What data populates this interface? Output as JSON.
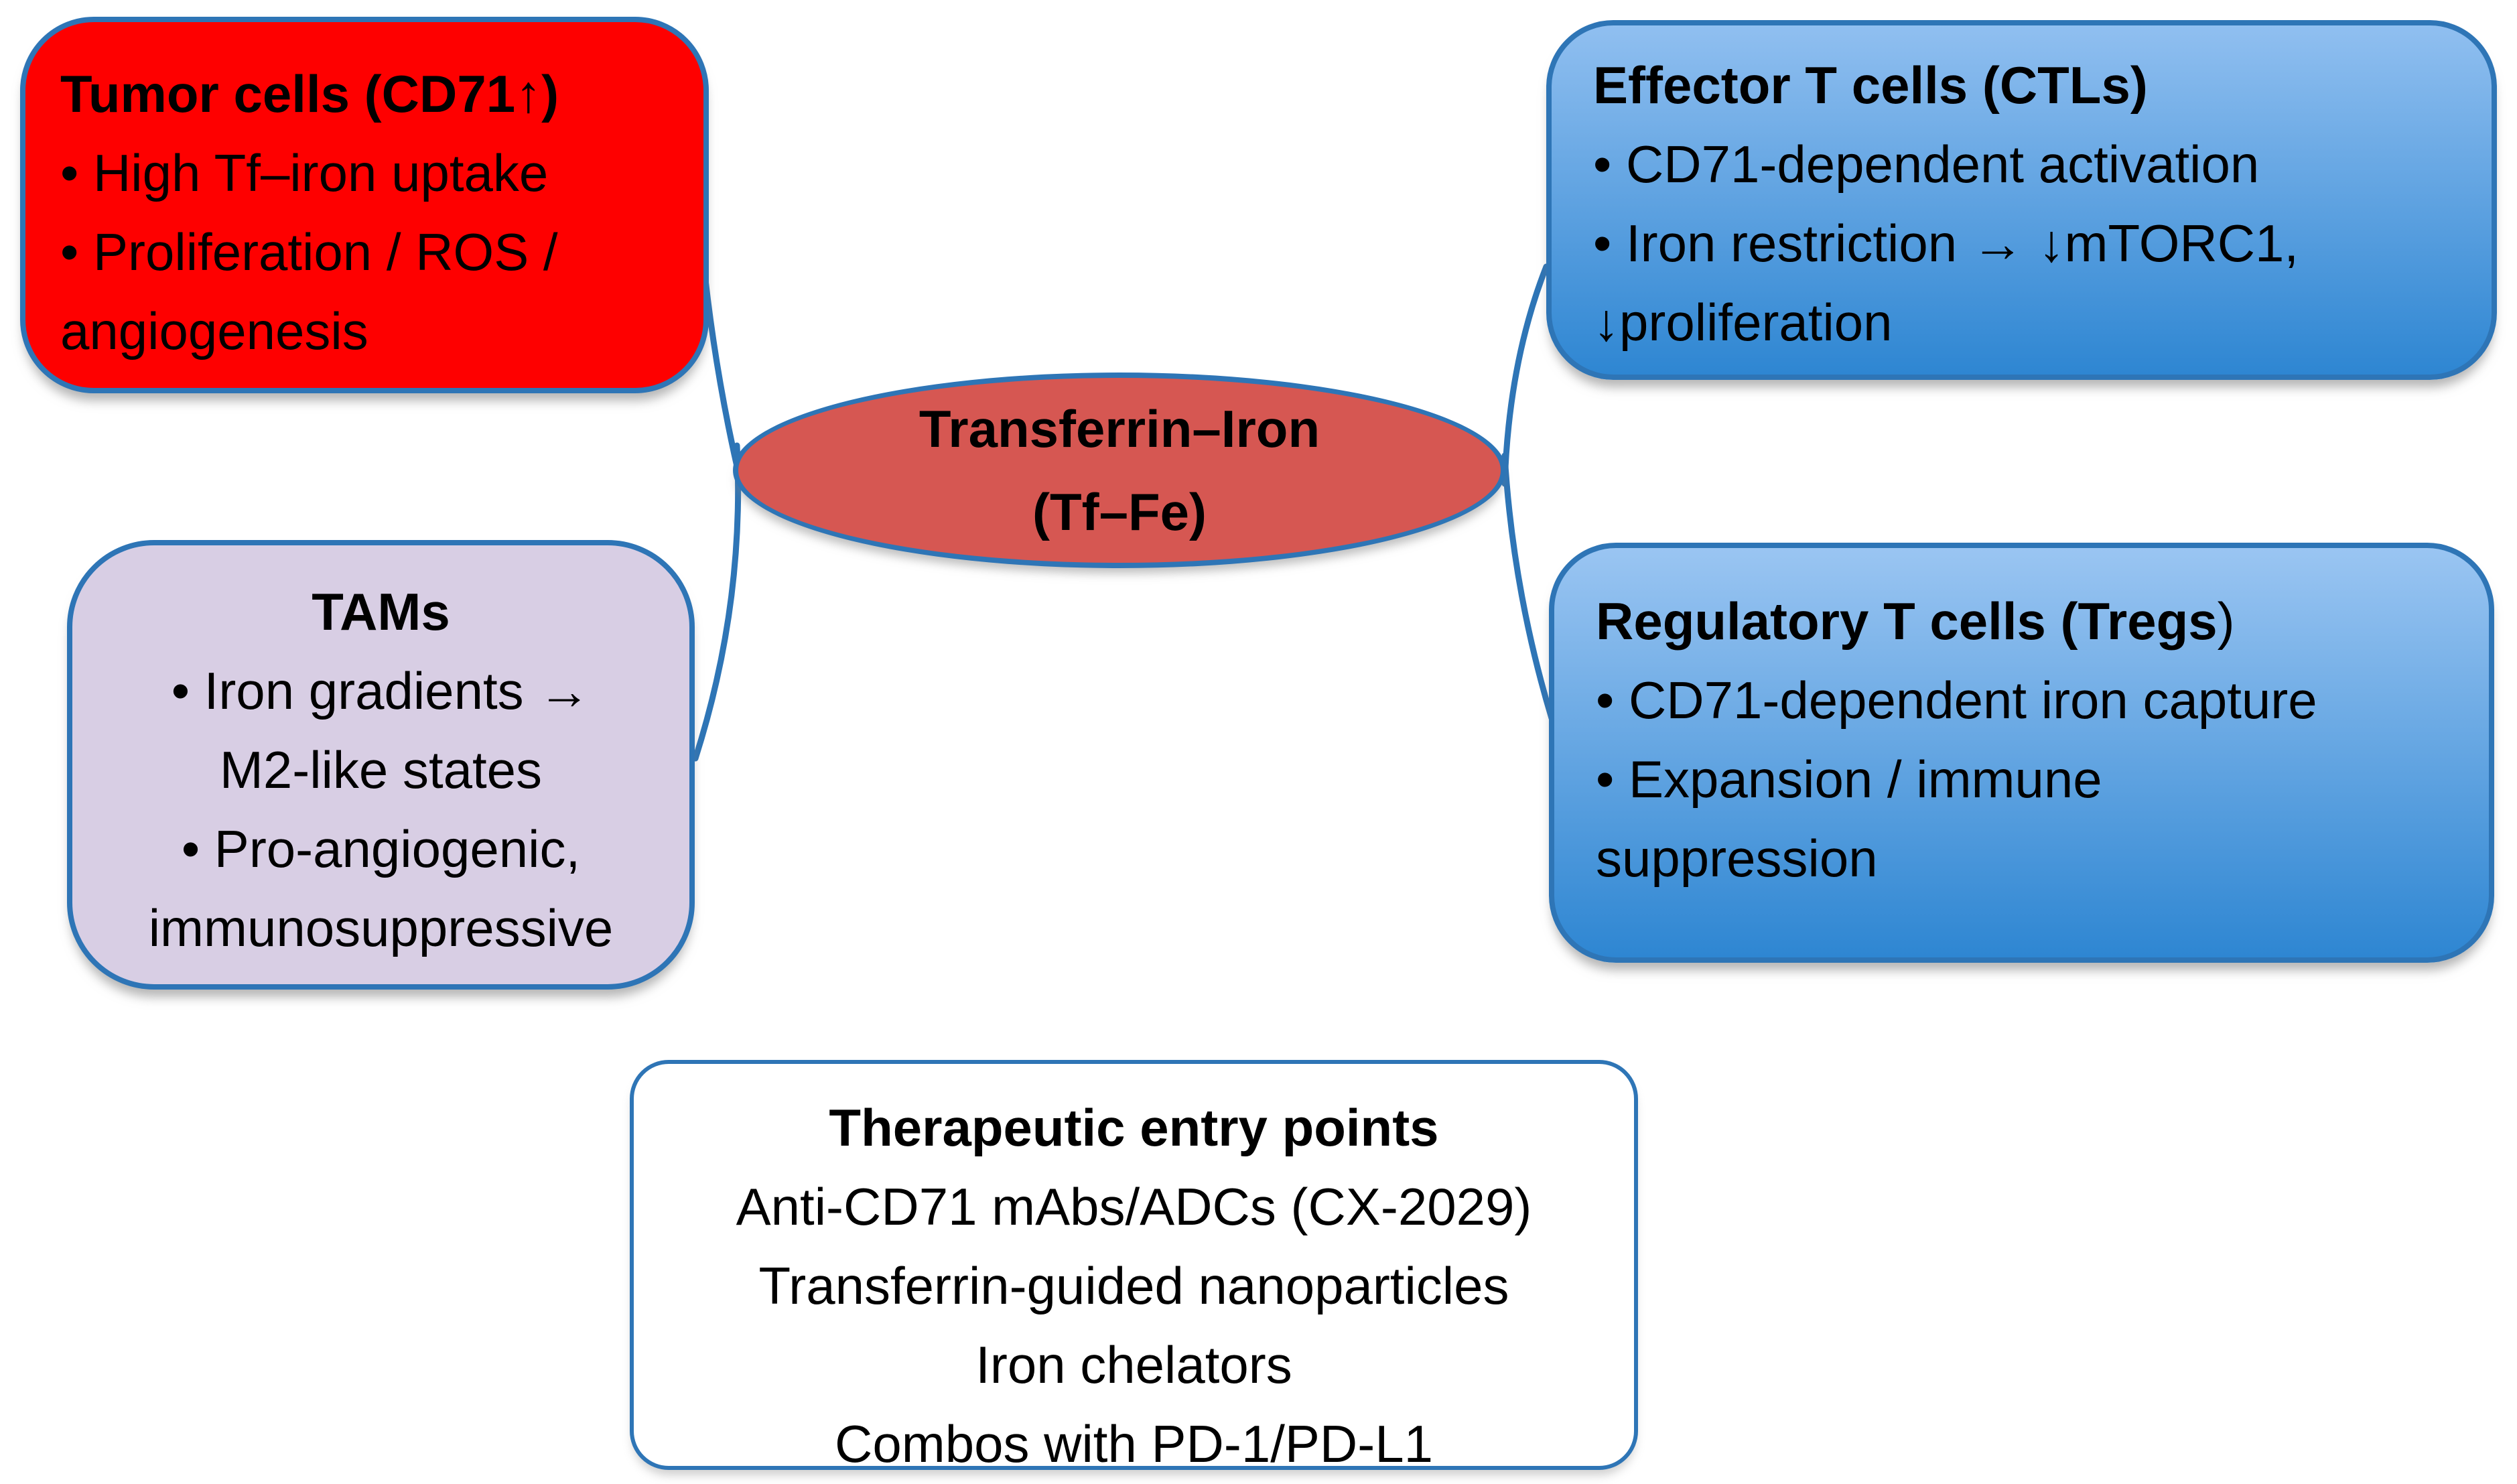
{
  "diagram": {
    "center": {
      "line1": "Transferrin–Iron",
      "line2": "(Tf–Fe)"
    },
    "boxes": {
      "tumor": {
        "title": "Tumor cells (CD71↑)",
        "lines": [
          "• High Tf–iron uptake",
          "• Proliferation / ROS /",
          "angiogenesis"
        ]
      },
      "effector": {
        "title": "Effector T cells (CTLs)",
        "lines": [
          "• CD71-dependent activation",
          "• Iron restriction → ↓mTORC1,",
          "↓proliferation"
        ]
      },
      "tams": {
        "title": "TAMs",
        "lines": [
          "• Iron gradients →",
          "M2-like states",
          "• Pro-angiogenic,",
          "immunosuppressive"
        ]
      },
      "tregs": {
        "title_main": "Regulatory T cells (Tregs",
        "title_suffix": ")",
        "lines": [
          "• CD71-dependent iron capture",
          "• Expansion / immune",
          "suppression"
        ]
      },
      "therapeutic": {
        "title": "Therapeutic entry points",
        "lines": [
          "Anti-CD71 mAbs/ADCs (CX-2029)",
          "Transferrin-guided nanoparticles",
          "Iron chelators",
          "Combos with PD-1/PD-L1"
        ]
      }
    },
    "colors": {
      "accent": "#2E75B6",
      "red": "#FE0000",
      "coral": "#D65752",
      "lavender": "#D8CEE4",
      "blue-top": "#90BFF0",
      "blue-bottom": "#2E86D2"
    }
  }
}
